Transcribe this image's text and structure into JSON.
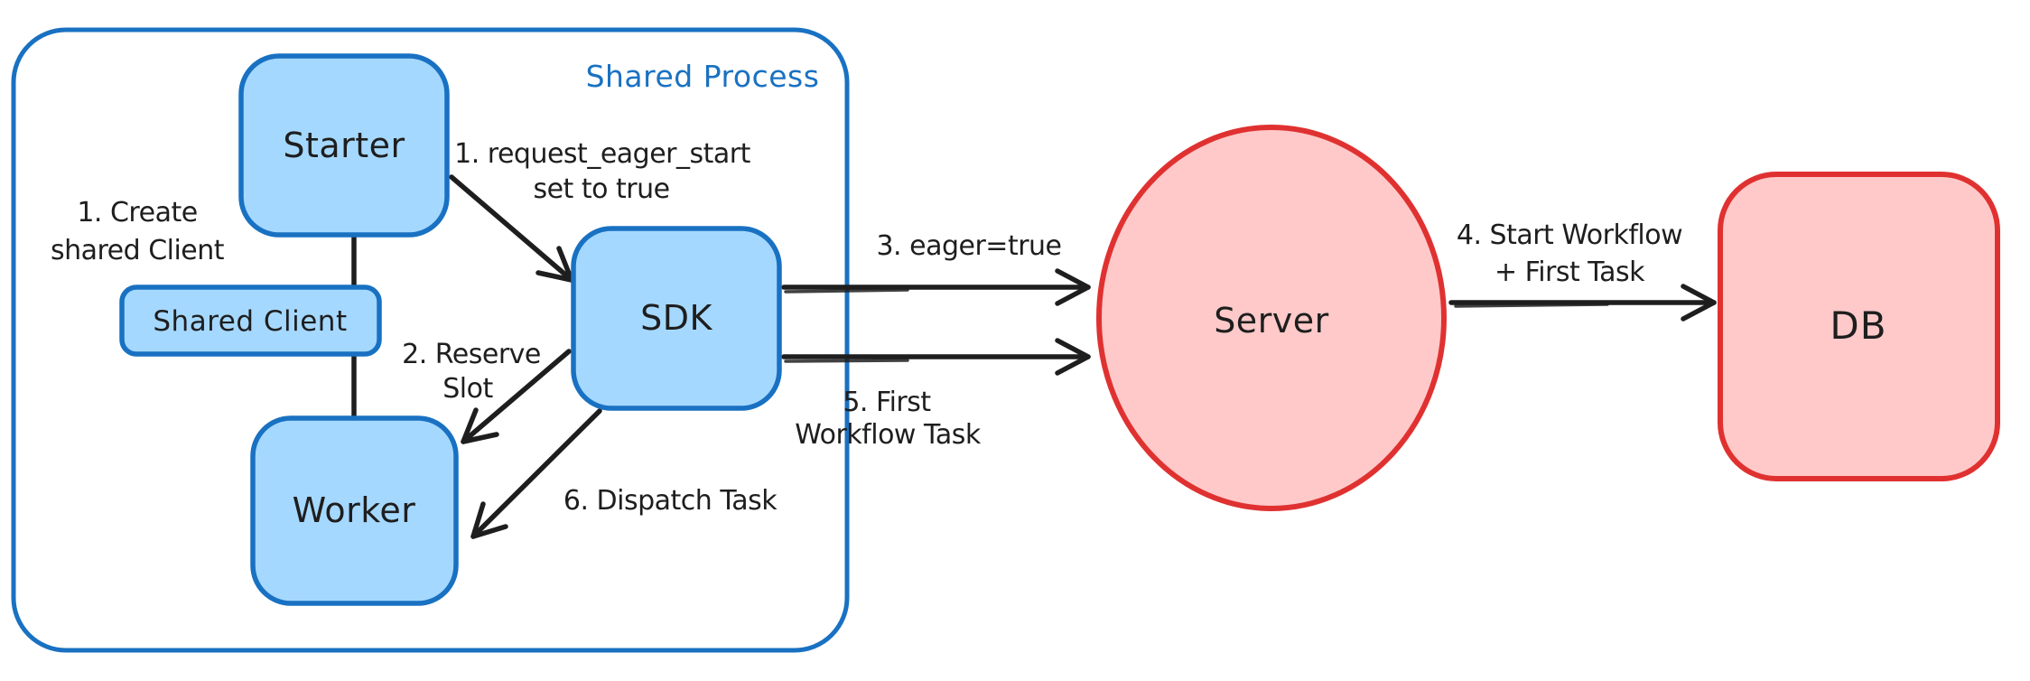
{
  "diagram": {
    "container": {
      "label": "Shared Process"
    },
    "nodes": {
      "starter": "Starter",
      "shared_client": "Shared Client",
      "worker": "Worker",
      "sdk": "SDK",
      "server": "Server",
      "db": "DB"
    },
    "labels": {
      "create_shared_client": [
        "1. Create",
        "shared Client"
      ],
      "request_eager_start": [
        "1. request_eager_start",
        "set to true"
      ],
      "reserve_slot": [
        "2. Reserve",
        "Slot"
      ],
      "eager_true": "3. eager=true",
      "start_workflow": [
        "4. Start Workflow",
        "+ First Task"
      ],
      "first_workflow_task": [
        "5. First",
        "Workflow Task"
      ],
      "dispatch_task": "6. Dispatch Task"
    },
    "colors": {
      "blue-fill": "#a5d8ff",
      "blue-stroke": "#1971c2",
      "red-fill": "#ffc9c9",
      "red-stroke": "#e03131",
      "ink": "#1e1e1e",
      "canvas-bg": "#ffffff"
    }
  }
}
